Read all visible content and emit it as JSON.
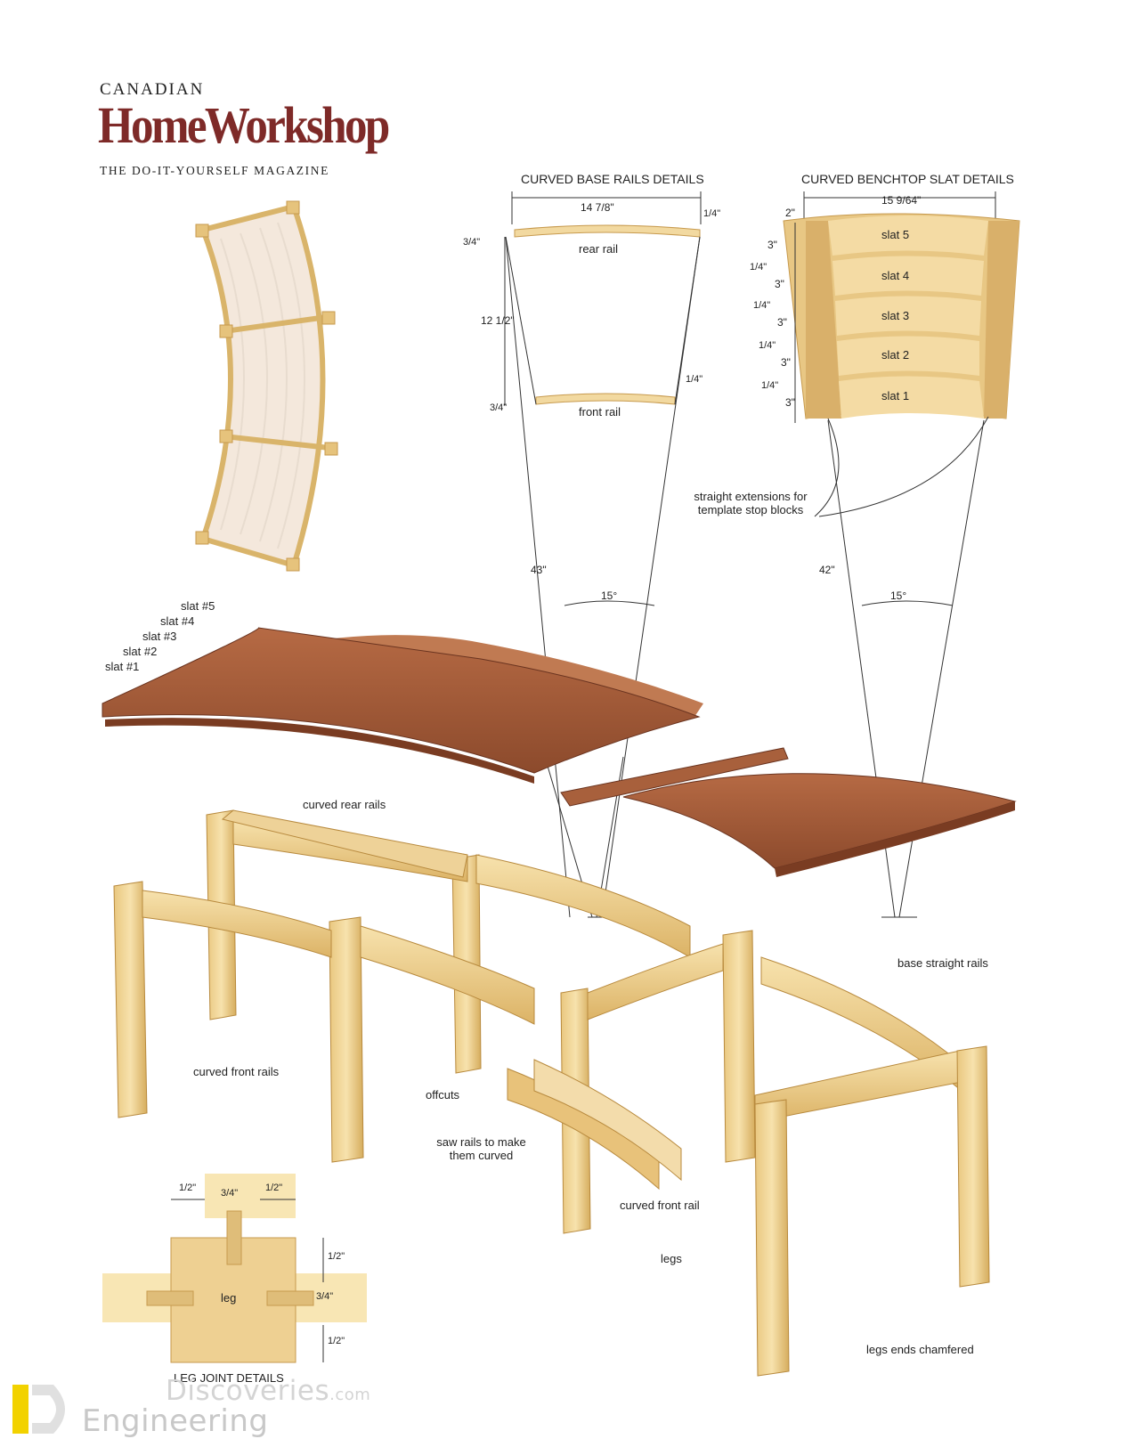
{
  "brand": {
    "top": "CANADIAN",
    "main": "HomeWorkshop",
    "sub": "THE DO-IT-YOURSELF MAGAZINE"
  },
  "rails_detail": {
    "title": "CURVED BASE RAILS DETAILS",
    "width": "14 7/8\"",
    "quarter_top": "1/4\"",
    "rear_rail": "rear rail",
    "rear_thick": "3/4\"",
    "spacing": "12 1/2\"",
    "quarter_front": "1/4\"",
    "front_thick": "3/4\"",
    "front_rail": "front rail",
    "radius": "43\"",
    "angle": "15°"
  },
  "slat_detail": {
    "title": "CURVED BENCHTOP SLAT DETAILS",
    "width": "15 9/64\"",
    "ext": "2\"",
    "slats": [
      "slat 5",
      "slat 4",
      "slat 3",
      "slat 2",
      "slat 1"
    ],
    "slat_width": "3\"",
    "gap": "1/4\"",
    "extensions_note": "straight extensions for template stop blocks",
    "radius": "42\"",
    "angle": "15°"
  },
  "exploded": {
    "slat_labels": [
      "slat #5",
      "slat #4",
      "slat #3",
      "slat #2",
      "slat #1"
    ],
    "curved_rear_rails": "curved rear rails",
    "base_straight_rails": "base straight rails",
    "curved_front_rails": "curved front rails",
    "offcuts": "offcuts",
    "saw_rails": "saw rails to make them curved",
    "curved_front_rail": "curved front rail",
    "legs": "legs",
    "legs_chamfered": "legs ends chamfered"
  },
  "leg_joint": {
    "title": "LEG JOINT DETAILS",
    "center": "leg",
    "half_left": "1/2\"",
    "three_quarter_top": "3/4\"",
    "half_right": "1/2\"",
    "half_upper": "1/2\"",
    "three_quarter_side": "3/4\"",
    "half_lower": "1/2\""
  },
  "watermark": {
    "line1": "Discoveries",
    "line1_suffix": ".com",
    "line2": "Engineering"
  },
  "colors": {
    "brand_red": "#7e2a28",
    "pine": "#f0d59a",
    "pine_dark": "#d9b46a",
    "wood_top": "#a8613e",
    "wood_dark": "#7f4026",
    "pale_wood": "#f4e6c0"
  }
}
